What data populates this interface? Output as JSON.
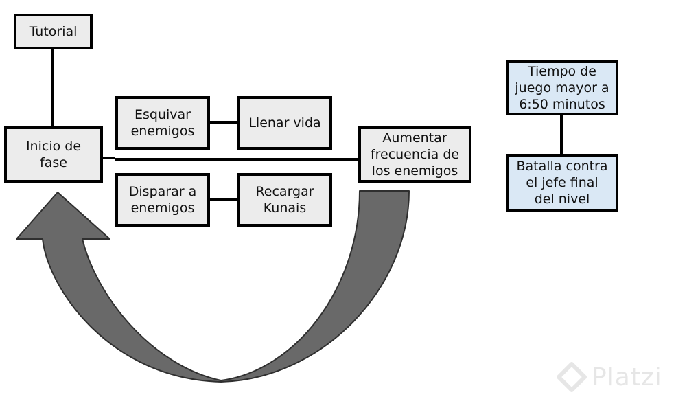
{
  "diagram": {
    "nodes": {
      "tutorial": "Tutorial",
      "inicio_fase": "Inicio de\nfase",
      "esquivar": "Esquivar\nenemigos",
      "disparar": "Disparar a\nenemigos",
      "llenar_vida": "Llenar vida",
      "recargar": "Recargar\nKunais",
      "aumentar": "Aumentar\nfrecuencia de\nlos enemigos",
      "tiempo": "Tiempo de\njuego mayor a\n6:50 minutos",
      "batalla": "Batalla contra\nel jefe final\ndel nivel"
    },
    "colors": {
      "node_fill": "#ececec",
      "highlight_fill": "#dae8f5",
      "border": "#000000",
      "arrow_fill": "#696969",
      "arrow_stroke": "#2f2f2f",
      "watermark": "#e6e6e6"
    }
  },
  "watermark": {
    "text": "Platzi",
    "icon": "platzi-logo-icon"
  }
}
